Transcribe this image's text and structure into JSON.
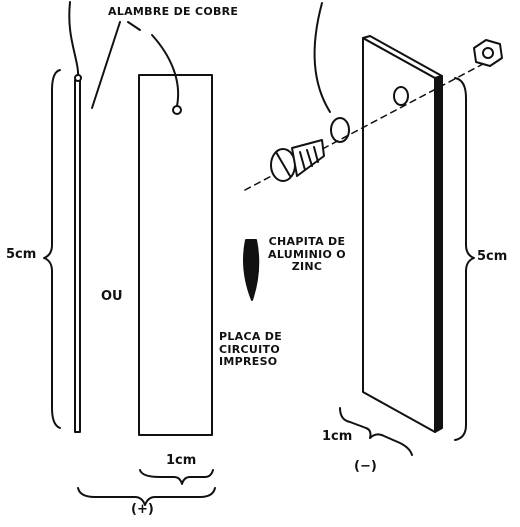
{
  "labels": {
    "wire": "ALAMBRE DE COBRE",
    "height_left": "5cm",
    "or": "OU",
    "plate_line1": "PLACA DE",
    "plate_line2": "CIRCUITO",
    "plate_line3": "IMPRESO",
    "foil_line1": "CHAPITA DE",
    "foil_line2": "ALUMINIO O",
    "foil_line3": "ZINC",
    "height_right": "5cm",
    "width_center": "1cm",
    "width_right": "1cm",
    "positive": "(+)",
    "negative": "(−)"
  },
  "colors": {
    "ink": "#111111",
    "background": "#ffffff"
  }
}
